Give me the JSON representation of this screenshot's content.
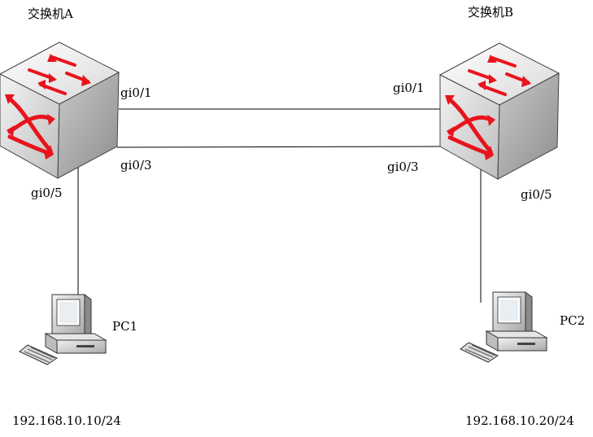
{
  "switch_a": {
    "title": "交换机A",
    "port_1": "gi0/1",
    "port_3": "gi0/3",
    "port_5": "gi0/5"
  },
  "switch_b": {
    "title": "交换机B",
    "port_1": "gi0/1",
    "port_3": "gi0/3",
    "port_5": "gi0/5"
  },
  "pc1": {
    "label": "PC1",
    "ip": "192.168.10.10/24"
  },
  "pc2": {
    "label": "PC2",
    "ip": "192.168.10.20/24"
  },
  "colors": {
    "arrow": "#e8141c",
    "link": "#000000"
  },
  "icons": {
    "switch": "network-switch-icon",
    "pc": "desktop-computer-icon"
  }
}
